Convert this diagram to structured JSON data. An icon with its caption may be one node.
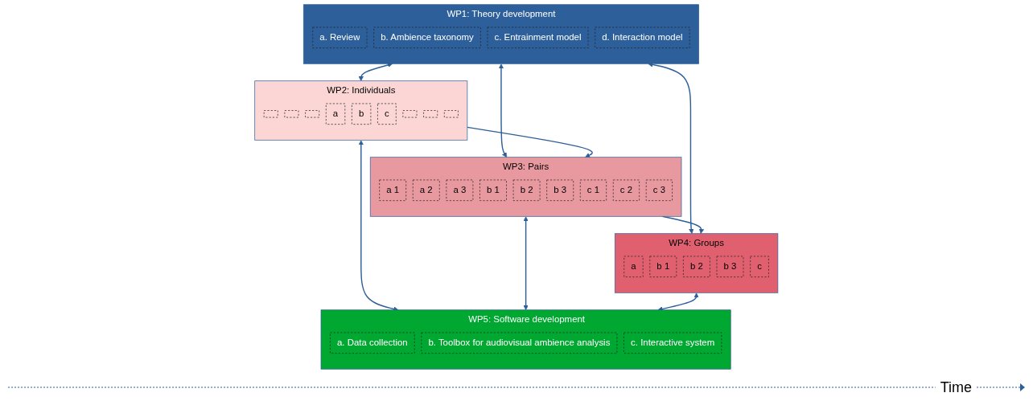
{
  "diagram": {
    "nodes": [
      {
        "text": [
          "WP1: Theory development"
        ]
      },
      {
        "text": [
          "a. Review"
        ],
        "in": 0
      },
      {
        "text": [
          "b. Ambience taxonomy"
        ],
        "in": 0
      },
      {
        "text": [
          "c. Entrainment model"
        ],
        "in": 0
      },
      {
        "text": [
          "d. Interaction model"
        ],
        "in": 0
      },
      {
        "text": [
          "WP2: Individuals"
        ]
      },
      {
        "text": [],
        "shape": "box",
        "in": 5
      },
      {
        "text": [],
        "shape": "box",
        "in": 5
      },
      {
        "text": [],
        "shape": "box",
        "in": 5
      },
      {
        "text": [
          "a"
        ],
        "in": 5
      },
      {
        "text": [
          "b"
        ],
        "in": 5
      },
      {
        "text": [
          "c"
        ],
        "in": 5
      },
      {
        "text": [],
        "shape": "box",
        "in": 5
      },
      {
        "text": [],
        "shape": "box",
        "in": 5
      },
      {
        "text": [],
        "shape": "box",
        "in": 5
      },
      {
        "text": [
          "WP3: Pairs"
        ]
      },
      {
        "text": [
          "a 1"
        ],
        "in": 15
      },
      {
        "text": [
          "a 2"
        ],
        "in": 15
      },
      {
        "text": [
          "a 3"
        ],
        "in": 15
      },
      {
        "text": [
          "b 1"
        ],
        "in": 15
      },
      {
        "text": [
          "b 2"
        ],
        "in": 15
      },
      {
        "text": [
          "b 3"
        ],
        "in": 15
      },
      {
        "text": [
          "c 1"
        ],
        "in": 15
      },
      {
        "text": [
          "c 2"
        ],
        "in": 15
      },
      {
        "text": [
          "c 3"
        ],
        "in": 15
      },
      {
        "text": [
          "WP4: Groups"
        ]
      },
      {
        "text": [
          "a"
        ],
        "in": 25
      },
      {
        "text": [
          "b 1"
        ],
        "in": 25
      },
      {
        "text": [
          "b 2"
        ],
        "in": 25
      },
      {
        "text": [
          "b 3"
        ],
        "in": 25
      },
      {
        "text": [
          "c"
        ],
        "in": 25
      },
      {
        "text": [
          "WP5: Software development"
        ]
      },
      {
        "text": [
          "a. Data collection"
        ],
        "in": 31
      },
      {
        "text": [
          "b. Toolbox for audiovisual ambience analysis"
        ],
        "in": 31
      },
      {
        "text": [
          "c. Interactive system"
        ],
        "in": 31
      }
    ],
    "edges": [
      {
        "from": 0,
        "to": 5,
        "arrow": "both"
      },
      {
        "from": 0,
        "to": 15,
        "arrow": "both"
      },
      {
        "from": 0,
        "to": 25,
        "arrow": "both"
      },
      {
        "from": 5,
        "to": 15,
        "arrow": "to"
      },
      {
        "from": 15,
        "to": 25,
        "arrow": "to"
      },
      {
        "from": 5,
        "to": 31,
        "arrow": "both"
      },
      {
        "from": 15,
        "to": 31,
        "arrow": "both"
      },
      {
        "from": 25,
        "to": 31,
        "arrow": "both"
      }
    ],
    "labels": [
      "Time"
    ]
  }
}
